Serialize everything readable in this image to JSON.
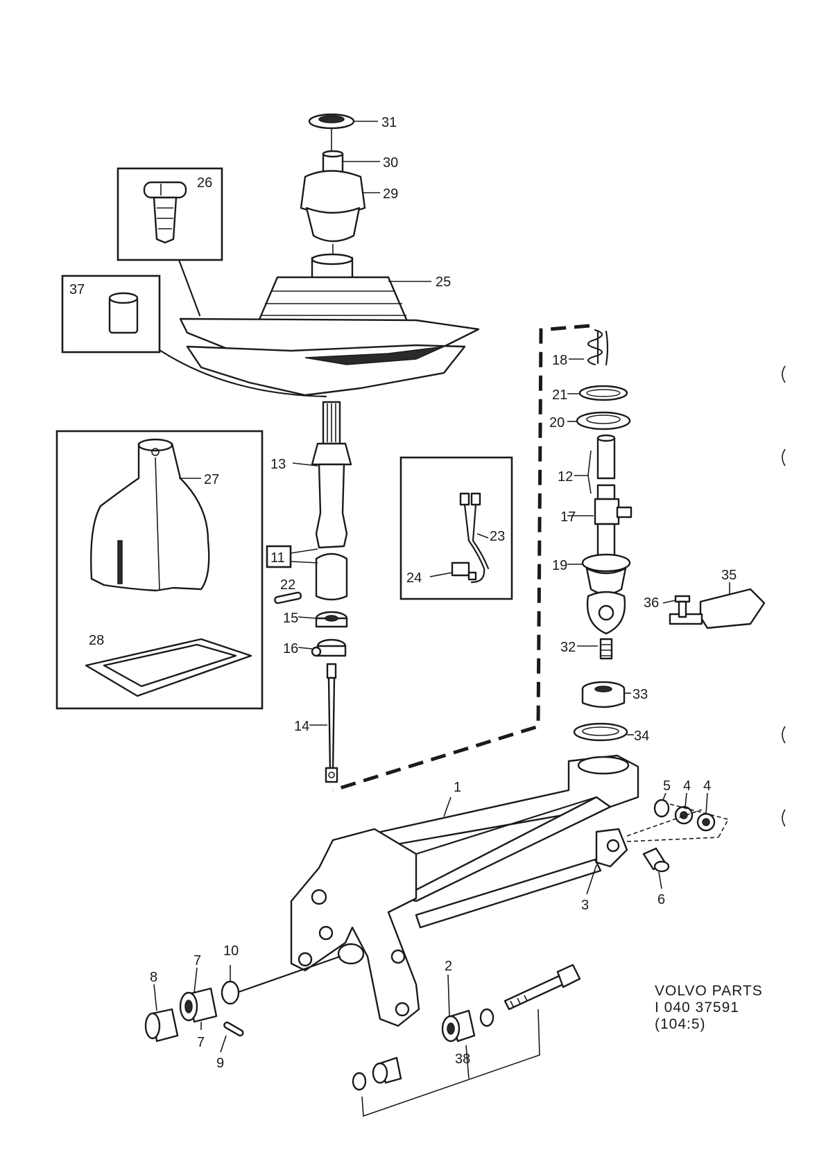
{
  "callouts": {
    "c1": "1",
    "c2": "2",
    "c3": "3",
    "c4a": "4",
    "c4b": "4",
    "c5": "5",
    "c6": "6",
    "c7a": "7",
    "c7b": "7",
    "c8": "8",
    "c9": "9",
    "c10": "10",
    "c11": "11",
    "c12": "12",
    "c13": "13",
    "c14": "14",
    "c15": "15",
    "c16": "16",
    "c17": "17",
    "c18": "18",
    "c19": "19",
    "c20": "20",
    "c21": "21",
    "c22": "22",
    "c23": "23",
    "c24": "24",
    "c25": "25",
    "c26": "26",
    "c27": "27",
    "c28": "28",
    "c29": "29",
    "c30": "30",
    "c31": "31",
    "c32": "32",
    "c33": "33",
    "c34": "34",
    "c35": "35",
    "c36": "36",
    "c37": "37",
    "c38": "38"
  },
  "caption": {
    "line1": "VOLVO  PARTS",
    "line2": "I  040   37591",
    "line3": "(104:5)"
  }
}
